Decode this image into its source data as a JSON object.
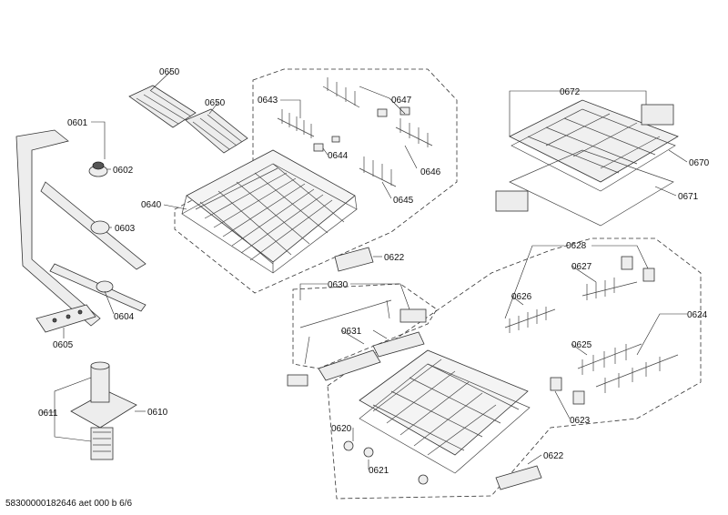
{
  "labels": {
    "p0650a": "0650",
    "p0650b": "0650",
    "p0643": "0643",
    "p0647": "0647",
    "p0644": "0644",
    "p0646": "0646",
    "p0645": "0645",
    "p0640": "0640",
    "p0601": "0601",
    "p0602": "0602",
    "p0603": "0603",
    "p0604": "0604",
    "p0605": "0605",
    "p0672": "0672",
    "p0670": "0670",
    "p0671": "0671",
    "p0622a": "0622",
    "p0630": "0630",
    "p0631": "0631",
    "p0628": "0628",
    "p0627": "0627",
    "p0626": "0626",
    "p0624": "0624",
    "p0625": "0625",
    "p0623": "0623",
    "p0611": "0611",
    "p0610": "0610",
    "p0620": "0620",
    "p0621": "0621",
    "p0622b": "0622"
  },
  "footer": "58300000182646 aet 000 b 6/6"
}
